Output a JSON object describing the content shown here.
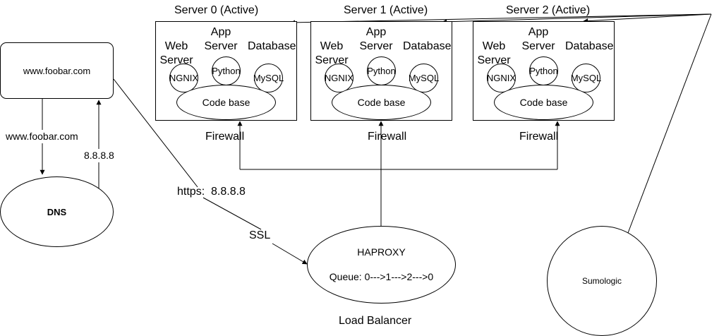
{
  "client": {
    "label": "www.foobar.com"
  },
  "dns": {
    "label": "DNS",
    "query_label": "www.foobar.com",
    "response_label": "8.8.8.8"
  },
  "connection": {
    "protocol_label": "https:",
    "ip_label": "8.8.8.8",
    "ssl_label": "SSL"
  },
  "load_balancer": {
    "name": "HAPROXY",
    "queue": "Queue: 0--->1--->2--->0",
    "caption": "Load Balancer"
  },
  "monitoring": {
    "label": "Sumologic"
  },
  "servers": [
    {
      "title": "Server 0 (Active)",
      "web_label": "Web\nServer",
      "app_label": "App\nServer",
      "db_label": "Database",
      "web": "NGNIX",
      "app": "Python",
      "db": "MySQL",
      "code": "Code base",
      "firewall": "Firewall"
    },
    {
      "title": "Server 1 (Active)",
      "web_label": "Web\nServer",
      "app_label": "App\nServer",
      "db_label": "Database",
      "web": "NGNIX",
      "app": "Python",
      "db": "MySQL",
      "code": "Code base",
      "firewall": "Firewall"
    },
    {
      "title": "Server 2 (Active)",
      "web_label": "Web\nServer",
      "app_label": "App\nServer",
      "db_label": "Database",
      "web": "NGNIX",
      "app": "Python",
      "db": "MySQL",
      "code": "Code base",
      "firewall": "Firewall"
    }
  ]
}
